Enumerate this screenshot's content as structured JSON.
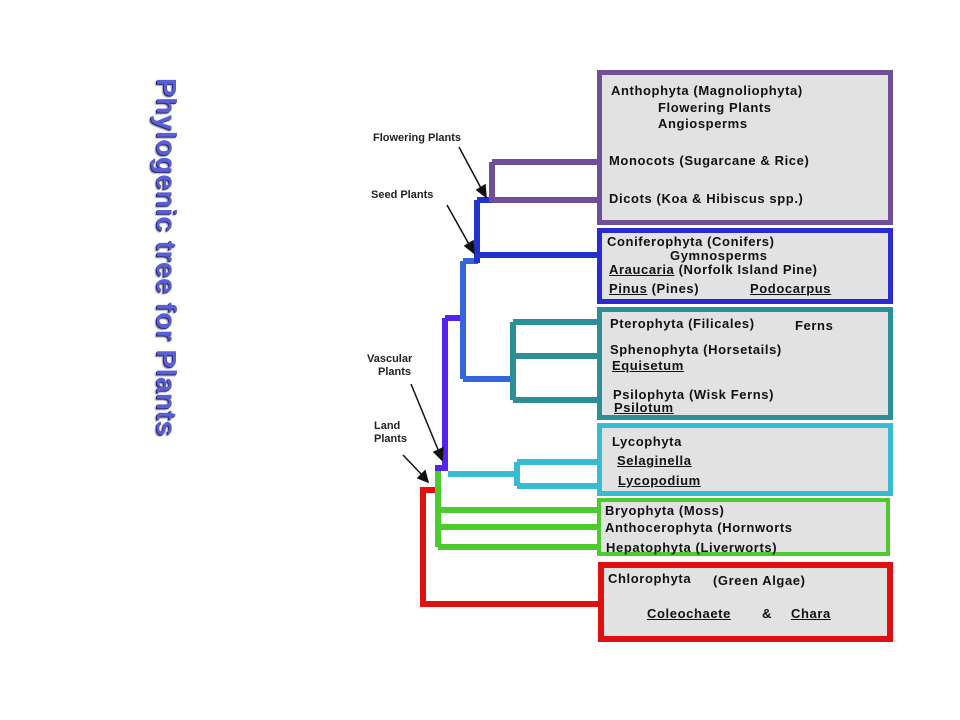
{
  "title": "Phylogenic tree for Plants",
  "annotations": {
    "flowering_plants": "Flowering Plants",
    "seed_plants": "Seed Plants",
    "vascular_plants_1": "Vascular",
    "vascular_plants_2": "Plants",
    "land_plants_1": "Land",
    "land_plants_2": "Plants"
  },
  "groups": {
    "anthophyta": {
      "color": "#6f4f97",
      "line1": "Anthophyta (Magnoliophyta)",
      "line2": "Flowering Plants",
      "line3": "Angiosperms",
      "line4": "Monocots (Sugarcane & Rice)",
      "line5": "Dicots (Koa & Hibiscus spp.)"
    },
    "coniferophyta": {
      "color": "#2a2ad0",
      "line1": "Coniferophyta (Conifers)",
      "line2": "Gymnosperms",
      "araucaria": "Araucaria",
      "araucaria_rest": "(Norfolk Island Pine)",
      "pinus": "Pinus",
      "pinus_rest": "(Pines)",
      "podocarpus": "Podocarpus"
    },
    "pterophyta": {
      "color": "#2c8e96",
      "line1": "Pterophyta (Filicales)",
      "ferns": "Ferns",
      "line2": "Sphenophyta (Horsetails)",
      "equisetum": "Equisetum",
      "line3": "Psilophyta (Wisk Ferns)",
      "psilotum": "Psilotum"
    },
    "lycophyta": {
      "color": "#37bcd2",
      "line1": "Lycophyta",
      "selaginella": "Selaginella",
      "lycopodium": "Lycopodium"
    },
    "bryophyta": {
      "color": "#4ccc2c",
      "line1": "Bryophyta (Moss)",
      "line2": "Anthocerophyta (Hornworts",
      "line3": "Hepatophyta (Liverworts)"
    },
    "chlorophyta": {
      "color": "#e01010",
      "line1": "Chlorophyta",
      "line1_rest": "(Green Algae)",
      "coleochaete": "Coleochaete",
      "amp": "&",
      "chara": "Chara"
    }
  },
  "branch_colors": {
    "seed": "#2233cc",
    "vascular": "#3366dd",
    "land_stem": "#5522ee"
  }
}
